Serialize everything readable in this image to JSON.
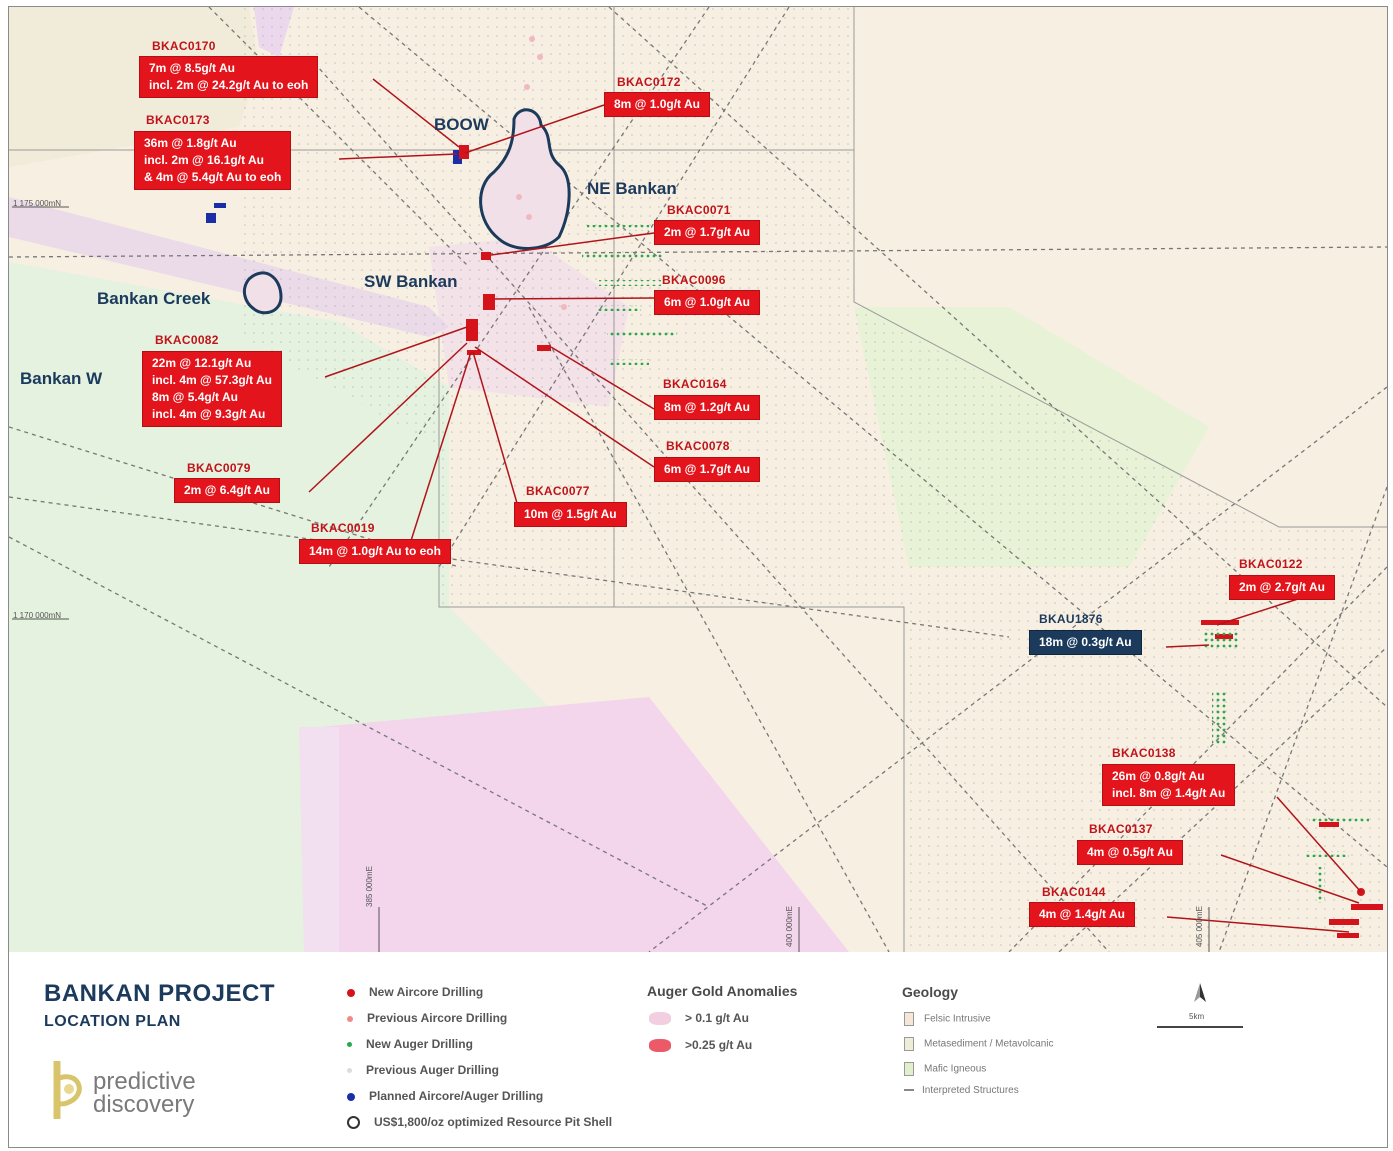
{
  "map": {
    "areas": [
      "BOOW",
      "NE Bankan",
      "SW Bankan",
      "Bankan Creek",
      "Bankan W"
    ],
    "coordinates": [
      "1 175 000mN",
      "1 170 000mN",
      "385 000mE",
      "400 000mE",
      "405 000mE"
    ],
    "callouts": [
      {
        "hole": "BKAC0170",
        "lines": [
          "7m @ 8.5g/t Au",
          "incl. 2m @ 24.2g/t Au to eoh"
        ]
      },
      {
        "hole": "BKAC0173",
        "lines": [
          "36m @ 1.8g/t Au",
          "incl. 2m @ 16.1g/t Au",
          "& 4m @ 5.4g/t Au to eoh"
        ]
      },
      {
        "hole": "BKAC0172",
        "lines": [
          "8m @ 1.0g/t Au"
        ]
      },
      {
        "hole": "BKAC0071",
        "lines": [
          "2m @ 1.7g/t Au"
        ]
      },
      {
        "hole": "BKAC0096",
        "lines": [
          "6m @ 1.0g/t Au"
        ]
      },
      {
        "hole": "BKAC0082",
        "lines": [
          "22m @ 12.1g/t Au",
          "incl. 4m @ 57.3g/t Au",
          "8m @ 5.4g/t Au",
          "incl. 4m @ 9.3g/t Au"
        ]
      },
      {
        "hole": "BKAC0164",
        "lines": [
          "8m @ 1.2g/t Au"
        ]
      },
      {
        "hole": "BKAC0078",
        "lines": [
          "6m @ 1.7g/t Au"
        ]
      },
      {
        "hole": "BKAC0079",
        "lines": [
          "2m @ 6.4g/t Au"
        ]
      },
      {
        "hole": "BKAC0077",
        "lines": [
          "10m @ 1.5g/t Au"
        ]
      },
      {
        "hole": "BKAC0019",
        "lines": [
          "14m @ 1.0g/t Au to eoh"
        ]
      },
      {
        "hole": "BKAC0122",
        "lines": [
          "2m @ 2.7g/t Au"
        ]
      },
      {
        "hole": "BKAU1876",
        "lines": [
          "18m @ 0.3g/t Au"
        ]
      },
      {
        "hole": "BKAC0138",
        "lines": [
          "26m @ 0.8g/t Au",
          "incl. 8m @ 1.4g/t Au"
        ]
      },
      {
        "hole": "BKAC0137",
        "lines": [
          "4m @ 0.5g/t Au"
        ]
      },
      {
        "hole": "BKAC0144",
        "lines": [
          "4m @ 1.4g/t Au"
        ]
      }
    ]
  },
  "legend": {
    "title": "BANKAN PROJECT",
    "subtitle": "LOCATION PLAN",
    "logo_text": [
      "predictive",
      "discovery"
    ],
    "drilling": [
      {
        "label": "New Aircore Drilling",
        "color": "#d4141a"
      },
      {
        "label": "Previous Aircore Drilling",
        "color": "#f08a8a"
      },
      {
        "label": "New Auger Drilling",
        "color": "#2aa84a"
      },
      {
        "label": "Previous Auger Drilling",
        "color": "#c9c9c9"
      },
      {
        "label": "Planned Aircore/Auger Drilling",
        "color": "#1a2ea8"
      },
      {
        "label": "US$1,800/oz optimized Resource Pit Shell",
        "color": "#333333"
      }
    ],
    "auger_heading": "Auger Gold Anomalies",
    "auger": [
      {
        "label": "> 0.1 g/t Au",
        "color": "#f2cfe0"
      },
      {
        "label": ">0.25 g/t Au",
        "color": "#ec5a6a"
      }
    ],
    "geology_heading": "Geology",
    "geology": [
      {
        "label": "Felsic Intrusive",
        "color": "#f6e6d6"
      },
      {
        "label": "Metasediment / Metavolcanic",
        "color": "#eeeed8"
      },
      {
        "label": "Mafic Igneous",
        "color": "#e2efcc"
      },
      {
        "label": "Interpreted Structures",
        "color": "#888888"
      }
    ],
    "scale_label": "5km"
  },
  "colors": {
    "callout_red": "#e3141b",
    "callout_navy": "#1b3a5c",
    "title_navy": "#1b3a5c"
  }
}
